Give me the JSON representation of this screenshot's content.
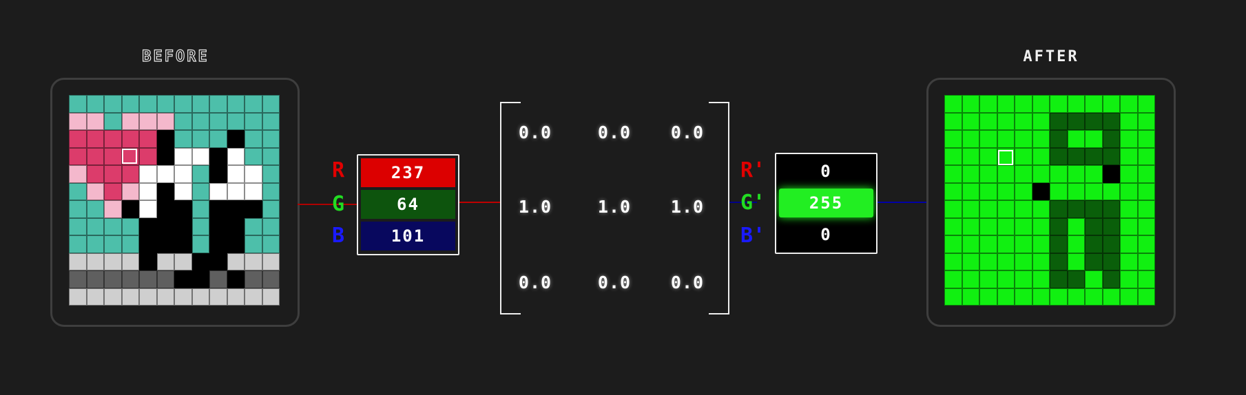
{
  "titles": {
    "before": "BEFORE",
    "after": "AFTER"
  },
  "colors": {
    "teal": "#4dbfaa",
    "pink": "#f4b8cc",
    "magenta": "#dc3c6b",
    "white": "#ffffff",
    "black": "#000000",
    "lightgray": "#cfcfcf",
    "darkgray": "#5f5f5f",
    "green": "#11f011",
    "darkgreen": "#0a5f0a",
    "red": "#e00000",
    "g_dark": "#0d540d",
    "navy": "#08085e",
    "g_label": "#22dd22",
    "b_label": "#1a1aff"
  },
  "before_grid": [
    "TTTTTTTTTTTT",
    "PPTPPPTTTTTT",
    "MMMMMKTTTKTT",
    "MMMMMKWWKWTT",
    "PMMMWWWTBWWT",
    "TPMPWBWTWWWT",
    "TTPKWKKTKKKT",
    "TTTTKKKTKKTT",
    "TTTTKKKTKKTT",
    "LLLLKLLKKLLL",
    "DDDDDDKKDKDD",
    "LLLLLLLLLLLL"
  ],
  "after_grid": [
    "GGGGGGGGGGGG",
    "GGGGGGKKKKGG",
    "GGGGGGKGGKGG",
    "GGGGGGKKKKGG",
    "GGGGGGGGGBGG",
    "GGGGGBGGGGGG",
    "GGGGGGKKKKGG",
    "GGGGGGKGKKGG",
    "GGGGGGKGKKGG",
    "GGGGGGKGKKGG",
    "GGGGGGKKGKGG",
    "GGGGGGGGGGGG"
  ],
  "input_vector": {
    "labels": [
      "R",
      "G",
      "B"
    ],
    "values": [
      "237",
      "64",
      "101"
    ]
  },
  "output_vector": {
    "labels": [
      "R'",
      "G'",
      "B'"
    ],
    "values": [
      "0",
      "255",
      "0"
    ]
  },
  "matrix": [
    [
      "0.0",
      "0.0",
      "0.0"
    ],
    [
      "1.0",
      "1.0",
      "1.0"
    ],
    [
      "0.0",
      "0.0",
      "0.0"
    ]
  ]
}
